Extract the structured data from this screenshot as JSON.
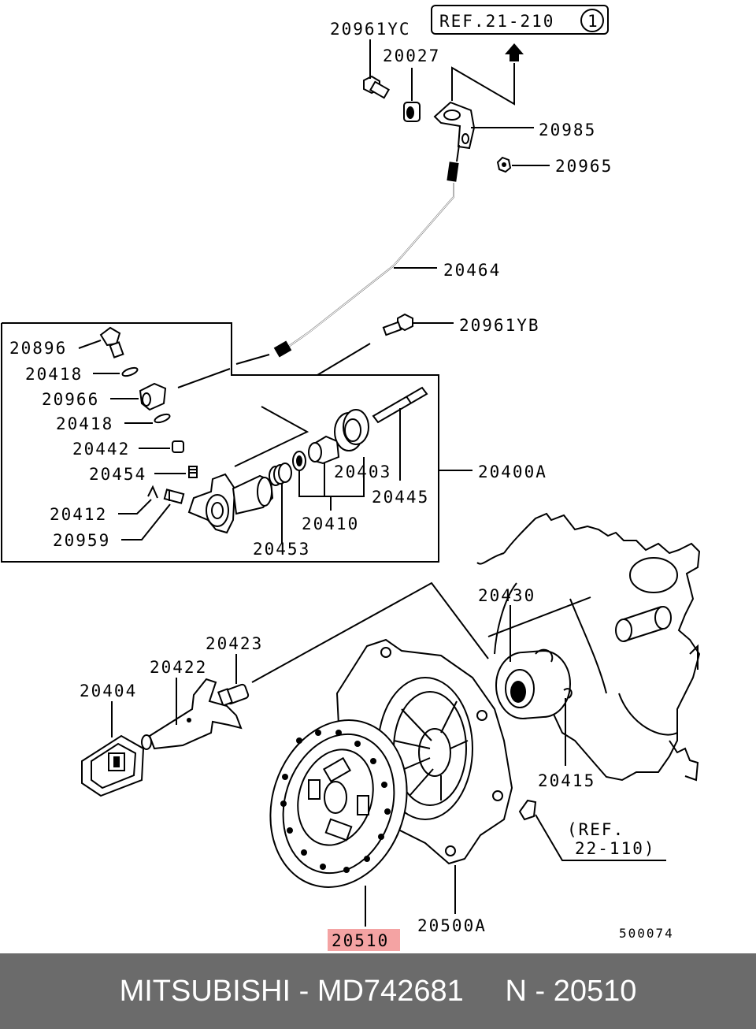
{
  "ref_top": {
    "text": "REF.21-210",
    "circle": "1"
  },
  "ref_bottom": {
    "line1": "(REF.",
    "line2": "22-110)"
  },
  "labels": {
    "p20961YC": "20961YC",
    "p20027": "20027",
    "p20985": "20985",
    "p20965": "20965",
    "p20464": "20464",
    "p20961YB": "20961YB",
    "p20896": "20896",
    "p20418a": "20418",
    "p20966": "20966",
    "p20418b": "20418",
    "p20442": "20442",
    "p20454": "20454",
    "p20412": "20412",
    "p20959": "20959",
    "p20453": "20453",
    "p20410": "20410",
    "p20403": "20403",
    "p20445": "20445",
    "p20400A": "20400A",
    "p20430": "20430",
    "p20423": "20423",
    "p20422": "20422",
    "p20404": "20404",
    "p20415": "20415",
    "p20500A": "20500A",
    "p20510": "20510"
  },
  "highlight_color": "#f4a3a3",
  "diagram_code": "500074",
  "footer": {
    "brand": "MITSUBISHI",
    "sep1": " - ",
    "part_no": "MD742681",
    "ref_prefix": "N - ",
    "ref_no": "20510"
  }
}
